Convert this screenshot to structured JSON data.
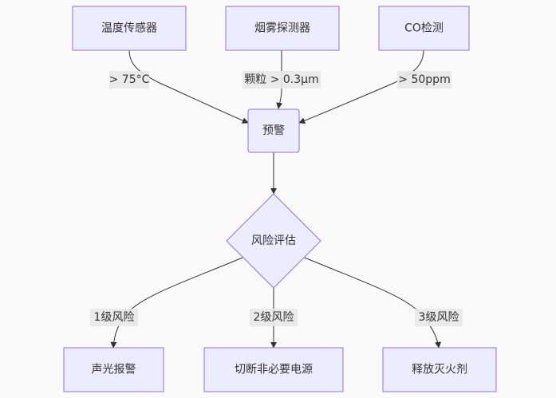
{
  "nodes": {
    "temp_sensor": "温度传感器",
    "smoke_detector": "烟雾探测器",
    "co_detect": "CO检测",
    "warning": "预警",
    "risk_assess": "风险评估",
    "sound_light_alarm": "声光报警",
    "cut_power": "切断非必要电源",
    "release_agent": "释放灭火剂"
  },
  "edges": {
    "temp_to_warning": "> 75°C",
    "smoke_to_warning": "颗粒 > 0.3μm",
    "co_to_warning": "> 50ppm",
    "risk_level_1": "1级风险",
    "risk_level_2": "2级风险",
    "risk_level_3": "3级风险"
  },
  "colors": {
    "node_fill": "#ECECFF",
    "node_stroke": "#9370DB",
    "edge": "#333333",
    "label_bg": "#e8e8e8"
  }
}
